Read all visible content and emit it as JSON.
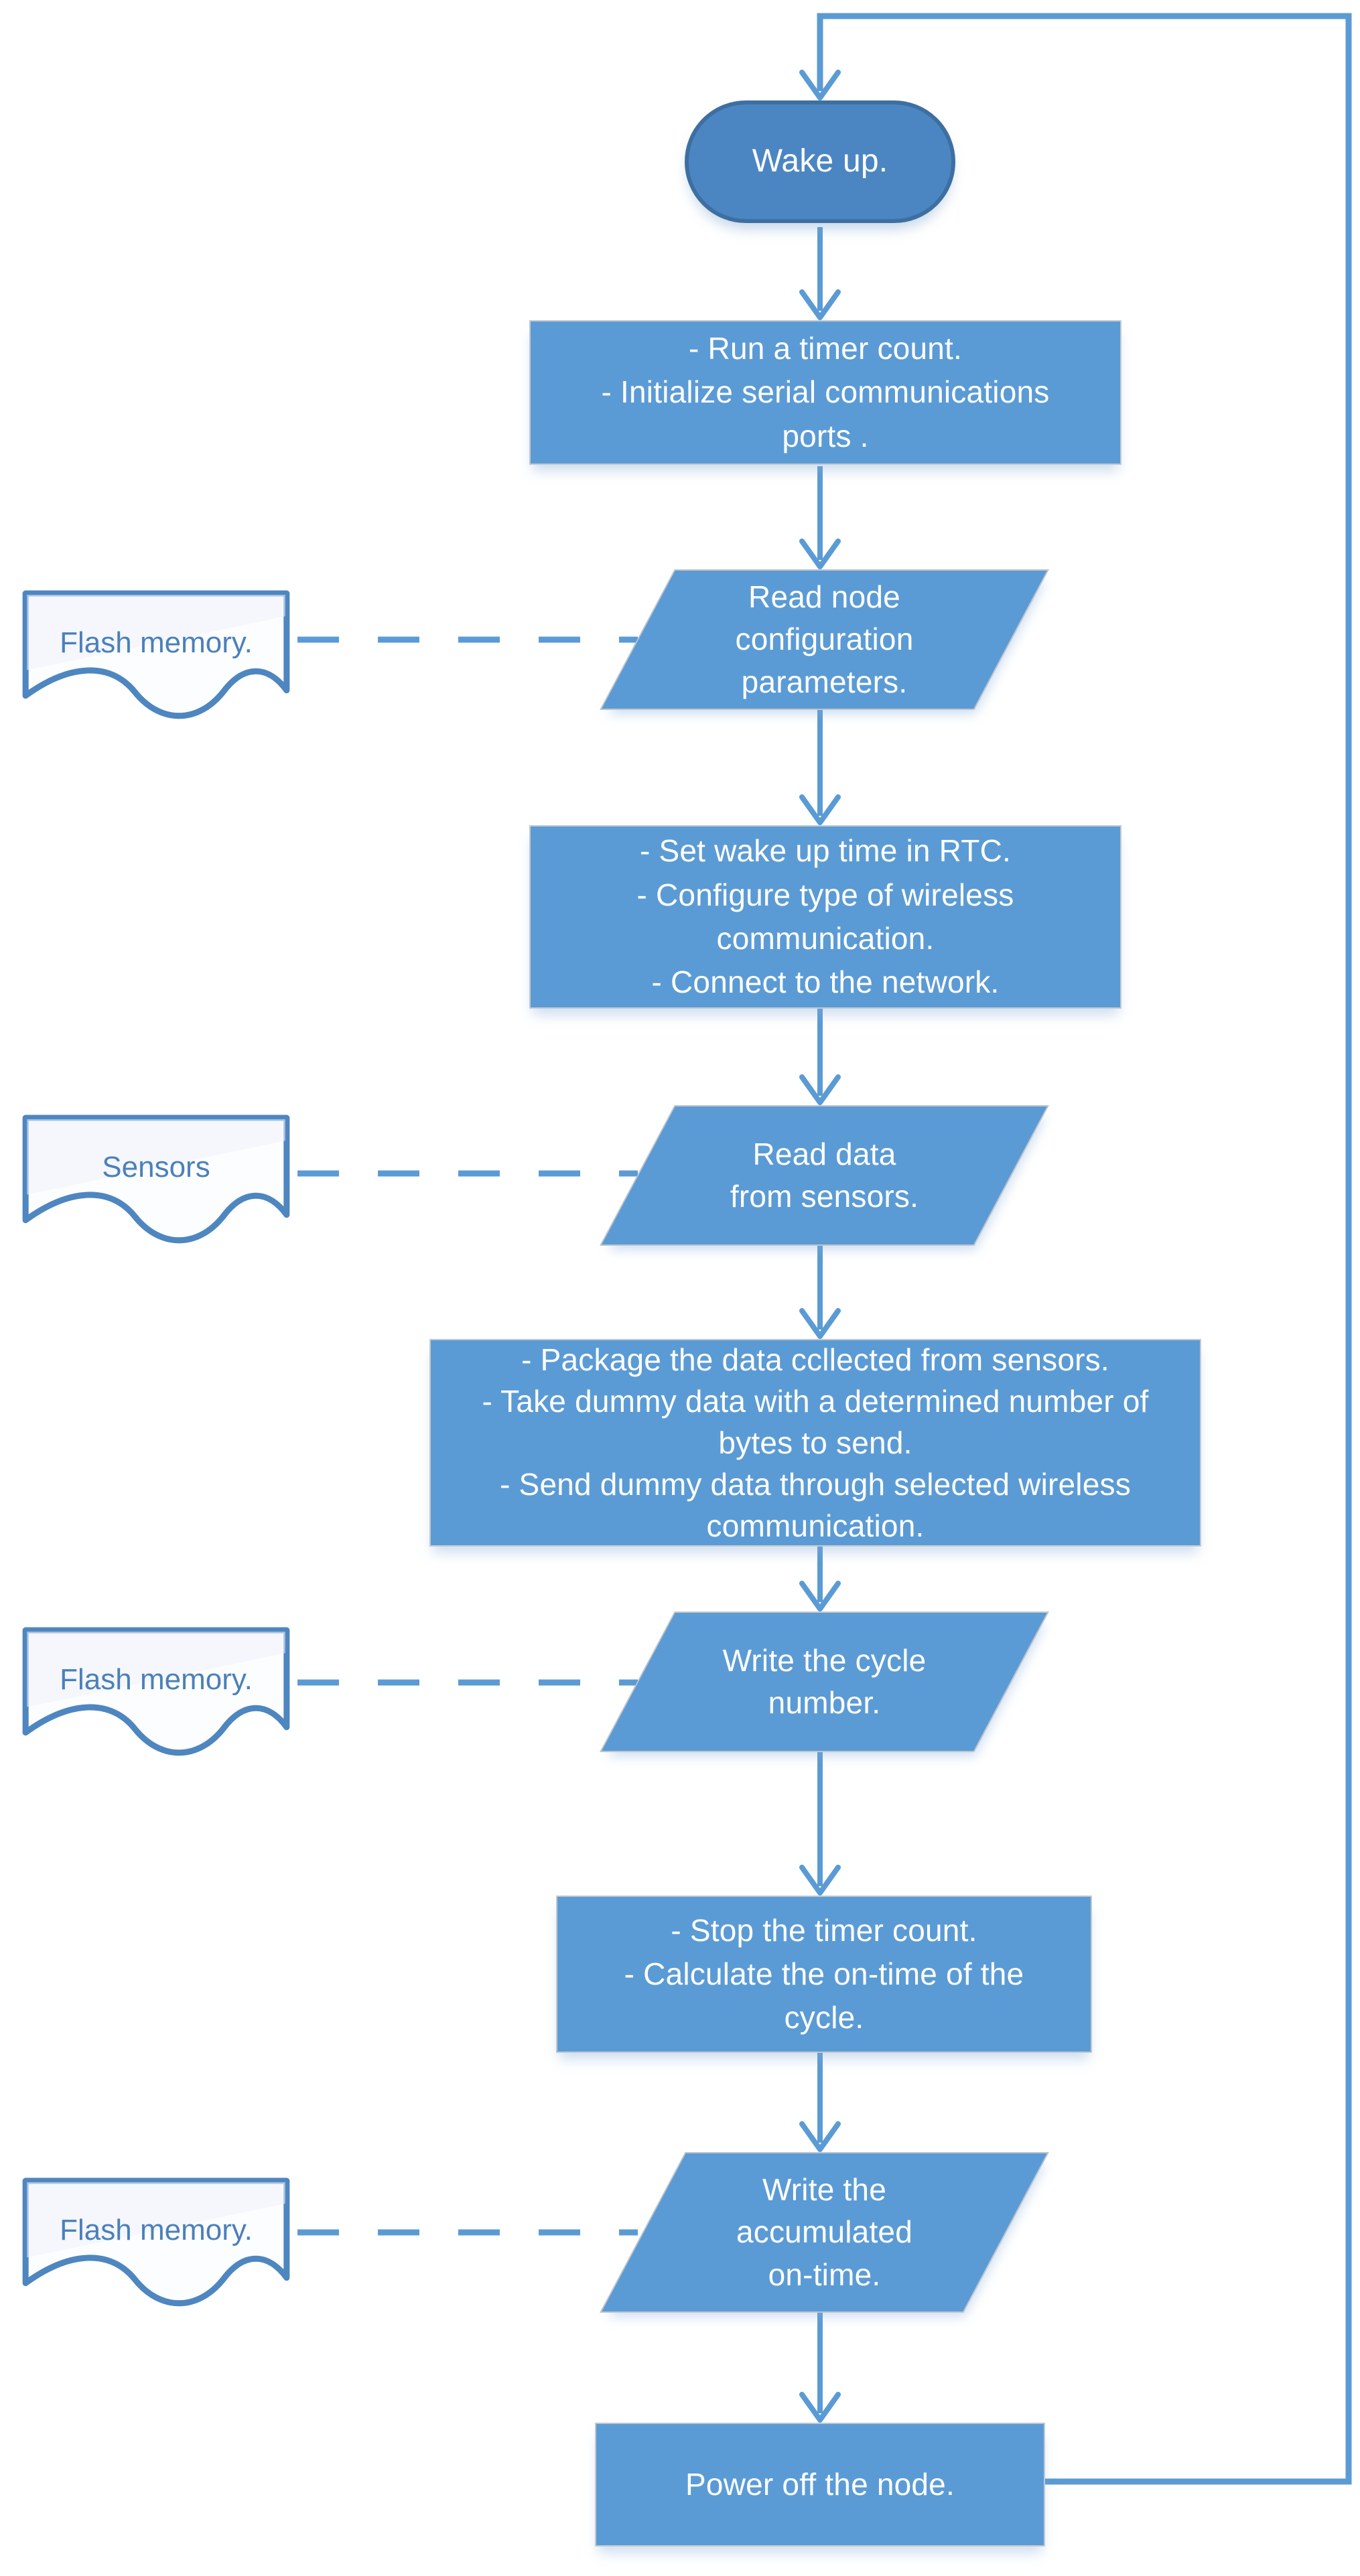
{
  "colors": {
    "process_fill": "#5b9bd5",
    "terminator_fill": "#4b86c3",
    "terminator_border": "#3d6fa0",
    "document_border": "#4e86c0",
    "document_text": "#4b80ba",
    "connector": "#5b9bd5",
    "text_on_fill": "#ffffff"
  },
  "flowchart": {
    "start": {
      "type": "terminator",
      "text": "Wake up."
    },
    "init": {
      "type": "process",
      "text": "- Run a timer count.\n- Initialize serial communications\nports ."
    },
    "flash1": {
      "type": "document",
      "text": "Flash memory."
    },
    "read_config": {
      "type": "data",
      "text": "Read node\nconfiguration\nparameters."
    },
    "setup": {
      "type": "process",
      "text": "- Set wake up time in RTC.\n- Configure type of wireless\ncommunication.\n- Connect to the network."
    },
    "sensors": {
      "type": "document",
      "text": "Sensors"
    },
    "read_data": {
      "type": "data",
      "text": "Read data\nfrom sensors."
    },
    "package_send": {
      "type": "process",
      "text": "- Package the data ccllected from sensors.\n- Take dummy data with a determined number of\nbytes to send.\n- Send dummy data through selected wireless\ncommunication."
    },
    "flash2": {
      "type": "document",
      "text": "Flash memory."
    },
    "write_cycle": {
      "type": "data",
      "text": "Write the cycle\nnumber."
    },
    "stop_timer": {
      "type": "process",
      "text": "- Stop the timer count.\n- Calculate the on-time of the\ncycle."
    },
    "flash3": {
      "type": "document",
      "text": "Flash memory."
    },
    "write_on_time": {
      "type": "data",
      "text": "Write the\naccumulated\non-time."
    },
    "power_off": {
      "type": "process",
      "text": "Power off the node."
    }
  }
}
